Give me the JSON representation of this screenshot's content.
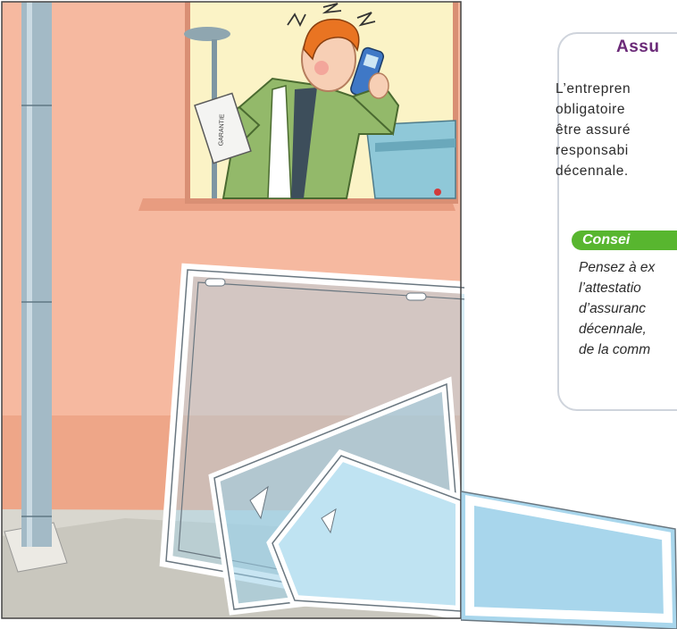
{
  "info_box": {
    "title": "Assu",
    "body_lines": [
      "L’entrepren",
      "obligatoire",
      "être assuré",
      "responsabi",
      "décennale."
    ],
    "tip_label": "Consei",
    "tip_lines": [
      "Pensez à ex",
      "l’attestatio",
      "d’assuranc",
      "décennale,",
      "de la comm"
    ]
  },
  "illustration": {
    "warranty_card_text": "GARANTIE",
    "colors": {
      "wall": "#f6b9a0",
      "wall_lower": "#eea688",
      "floor": "#d9d7cf",
      "jacket": "#93b96a",
      "hair": "#e97422",
      "glass": "#a8d6ec",
      "pipe": "#a3bac6"
    }
  }
}
